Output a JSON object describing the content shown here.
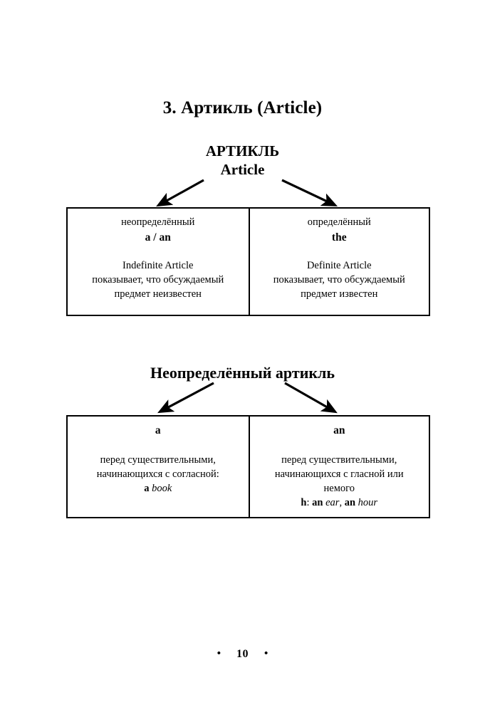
{
  "page": {
    "chapter_title": "3. Артикль (Article)",
    "folio": "10",
    "footer_dot_left": "•",
    "footer_dot_right": "•"
  },
  "diagram_article": {
    "heading_line1": "АРТИКЛЬ",
    "heading_line2": "Article",
    "cells": [
      {
        "term": "неопределённый",
        "article": "a / an",
        "desc_line1": "Indefinite Article",
        "desc_line2": "показывает, что обсуждаемый",
        "desc_line3": "предмет неизвестен"
      },
      {
        "term": "определённый",
        "article": "the",
        "desc_line1": "Definite Article",
        "desc_line2": "показывает, что обсуждаемый",
        "desc_line3": "предмет известен"
      }
    ]
  },
  "diagram_indefinite": {
    "heading": "Неопределённый артикль",
    "cells": [
      {
        "head_word": "a",
        "desc_line1": "перед существительными,",
        "desc_line2": "начинающихся с согласной:",
        "example_bold": "a ",
        "example_italic": "book",
        "example_tail": ""
      },
      {
        "head_word": "an",
        "desc_line1": "перед существительными,",
        "desc_line2": "начинающихся с гласной или",
        "desc_line3": "немого",
        "example_b1": "h",
        "example_t1": ": ",
        "example_b2": "an ",
        "example_i2": "ear",
        "example_t2": ", ",
        "example_b3": "an ",
        "example_i3": "hour"
      }
    ]
  },
  "colors": {
    "ink": "#000000",
    "paper": "#ffffff"
  }
}
